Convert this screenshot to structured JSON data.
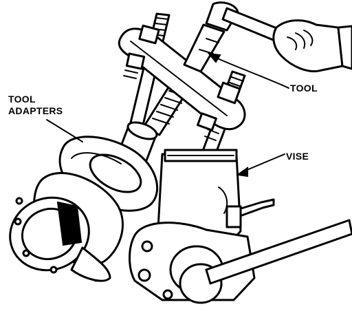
{
  "labels": {
    "tool_adapters": [
      "TOOL",
      "ADAPTERS"
    ],
    "tool": "TOOL",
    "vise": "VISE"
  },
  "colors": {
    "ink": "#000000",
    "paper": "#ffffff"
  }
}
